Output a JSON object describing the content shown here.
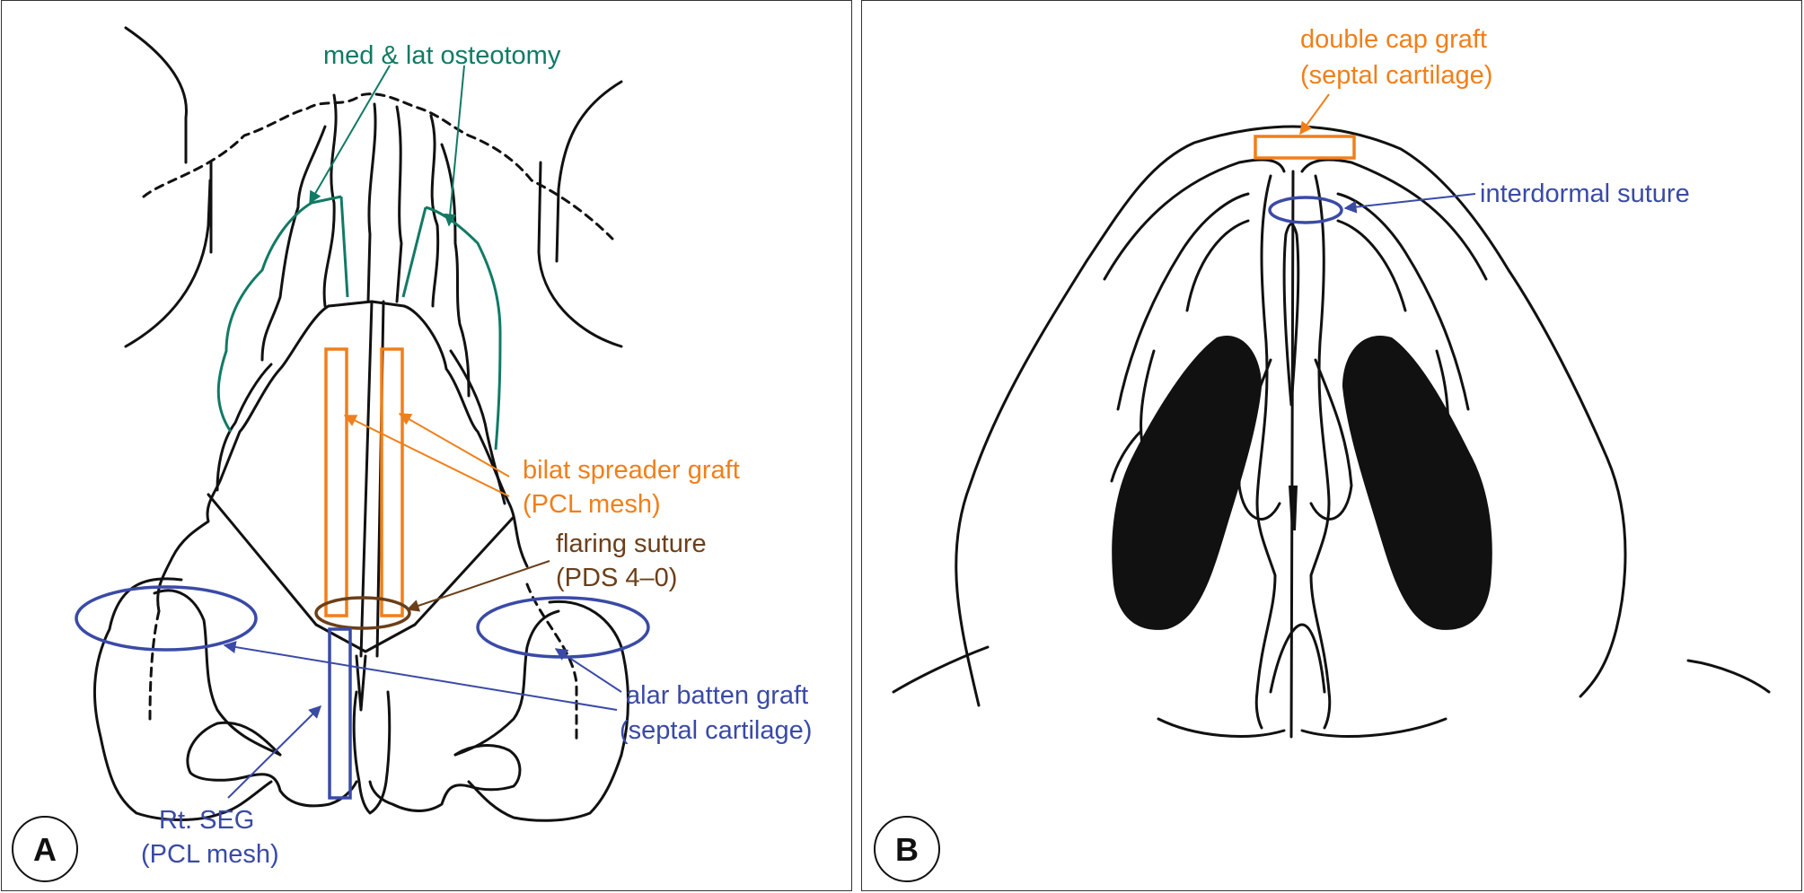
{
  "colors": {
    "green": "#117a65",
    "orange": "#f07f1a",
    "blue": "#3a4aa6",
    "brown": "#6b3f1a",
    "outline": "#111111"
  },
  "panel_a": {
    "badge": "A",
    "labels": {
      "osteotomy": "med & lat osteotomy",
      "spreader_1": "bilat spreader graft",
      "spreader_2": "(PCL mesh)",
      "flaring_1": "flaring suture",
      "flaring_2": "(PDS 4–0)",
      "batten_1": "alar batten graft",
      "batten_2": "(septal cartilage)",
      "seg_1": "Rt. SEG",
      "seg_2": "(PCL mesh)"
    }
  },
  "panel_b": {
    "badge": "B",
    "labels": {
      "cap_1": "double cap graft",
      "cap_2": "(septal cartilage)",
      "interdomal": "interdormal suture"
    }
  }
}
